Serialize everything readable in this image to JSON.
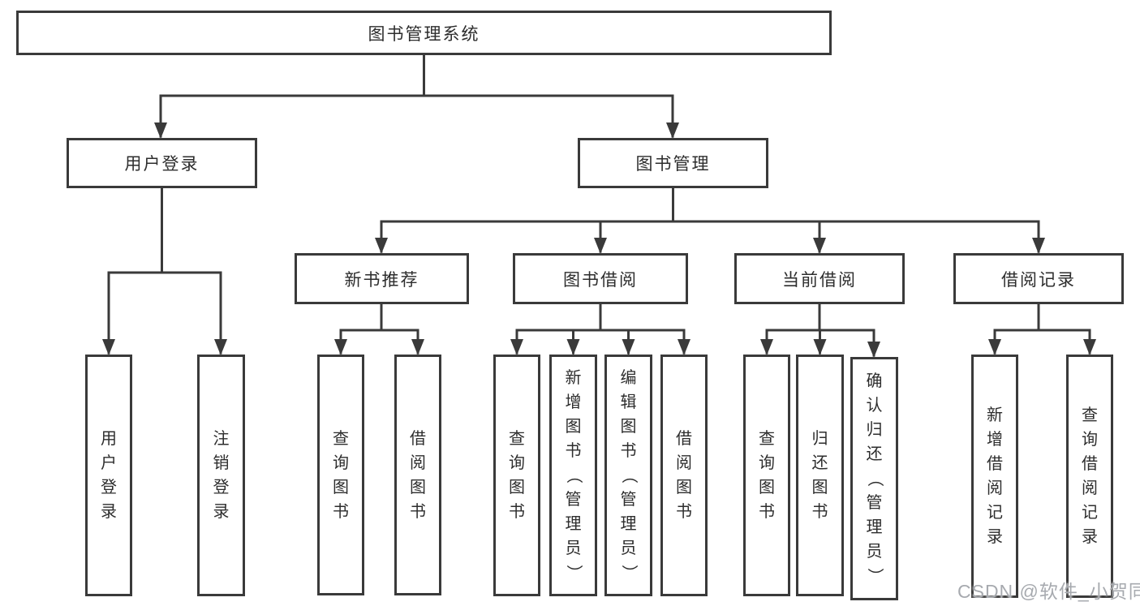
{
  "diagram_title": "图书管理系统",
  "tree": {
    "label": "图书管理系统",
    "children": [
      {
        "label": "用户登录",
        "children": [
          {
            "label": "用户登录"
          },
          {
            "label": "注销登录"
          }
        ]
      },
      {
        "label": "图书管理",
        "children": [
          {
            "label": "新书推荐",
            "children": [
              {
                "label": "查询图书"
              },
              {
                "label": "借阅图书"
              }
            ]
          },
          {
            "label": "图书借阅",
            "children": [
              {
                "label": "查询图书"
              },
              {
                "label": "新增图书（管理员）"
              },
              {
                "label": "编辑图书（管理员）"
              },
              {
                "label": "借阅图书"
              }
            ]
          },
          {
            "label": "当前借阅",
            "children": [
              {
                "label": "查询图书"
              },
              {
                "label": "归还图书"
              },
              {
                "label": "确认归还（管理员）"
              }
            ]
          },
          {
            "label": "借阅记录",
            "children": [
              {
                "label": "新增借阅记录"
              },
              {
                "label": "查询借阅记录"
              }
            ]
          }
        ]
      }
    ]
  },
  "watermark": {
    "text": "CSDN @软件_小贺同学"
  },
  "colors": {
    "line": "#3a3a3a",
    "text": "#2d2d2d",
    "background": "#ffffff",
    "watermark": "#a7aaaf"
  }
}
